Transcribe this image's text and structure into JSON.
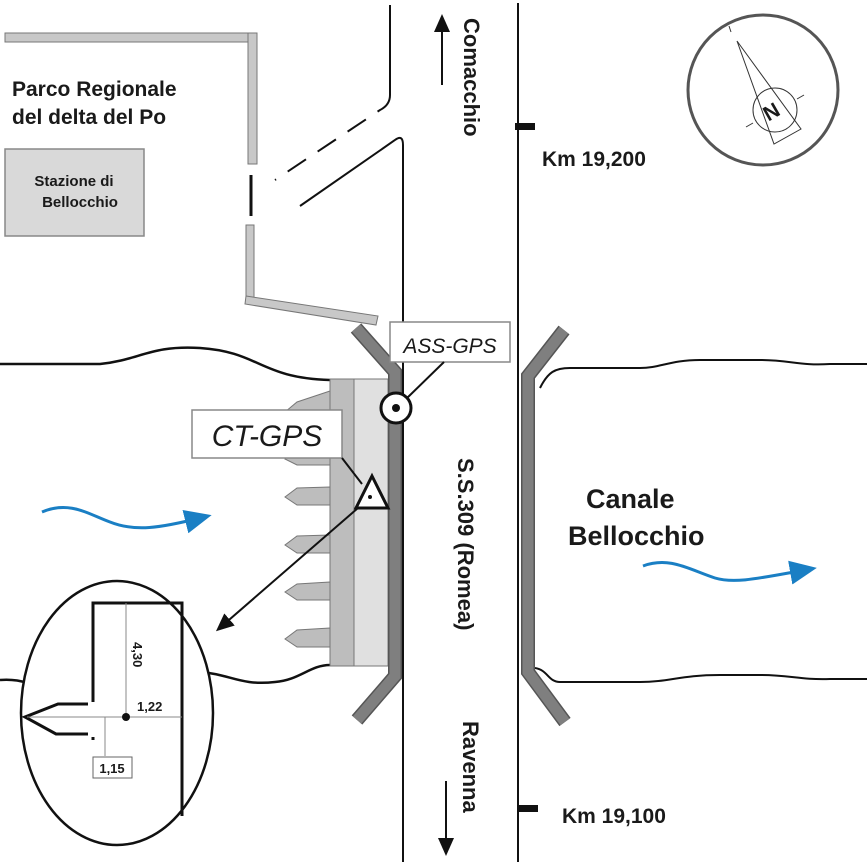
{
  "park": {
    "line1": "Parco Regionale",
    "line2": "del delta del Po"
  },
  "station": {
    "line1": "Stazione di",
    "line2": "Bellocchio"
  },
  "road": {
    "name": "S.S.309 (Romea)",
    "north_direction": "Comacchio",
    "south_direction": "Ravenna",
    "km_north": "Km 19,200",
    "km_south": "Km 19,100"
  },
  "canal": {
    "line1": "Canale",
    "line2": "Bellocchio"
  },
  "instruments": {
    "ass_gps": "ASS-GPS",
    "ct_gps": "CT-GPS"
  },
  "detail": {
    "height": "4,30",
    "offset_right": "1,22",
    "offset_left": "1,15"
  },
  "compass": {
    "label": "N"
  },
  "colors": {
    "flow_arrow": "#1a7fc4",
    "wall_light": "#c8c8c8",
    "wall_dark": "#7a7a7a",
    "bank_fill": "#bdbdbd",
    "deck_fill": "#e0e0e0",
    "station_fill": "#d9d9d9"
  }
}
